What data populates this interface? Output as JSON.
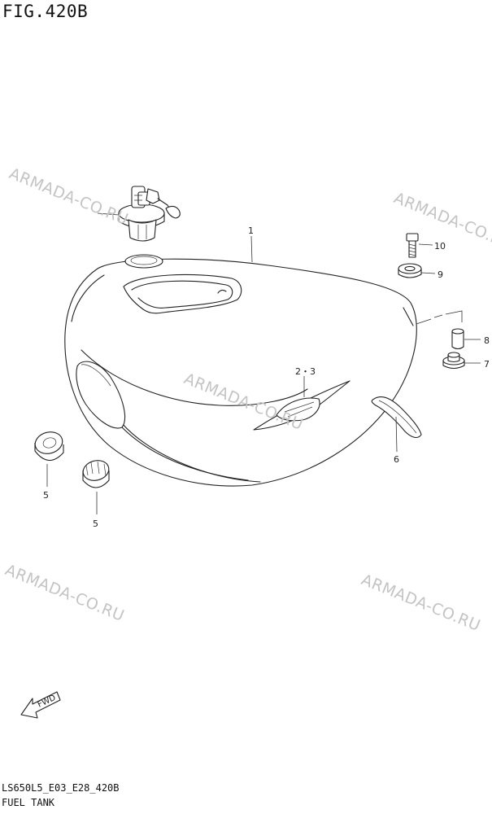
{
  "figure": {
    "title": "FIG.420B",
    "model_code": "LS650L5_E03_E28_420B",
    "section_name": "FUEL TANK"
  },
  "watermark": {
    "text": "ARMADA-CO.RU",
    "color": "#c4c4c4"
  },
  "callouts": {
    "fuel_tank": "1",
    "emblem": "2・3",
    "cushion_pad": "5",
    "cushion_pad_2": "5",
    "trim_strip": "6",
    "cushion": "7",
    "collar": "8",
    "washer": "9",
    "bolt": "10"
  },
  "fwd_arrow": {
    "label": "FWD"
  },
  "colors": {
    "line": "#222222",
    "background": "#ffffff"
  }
}
